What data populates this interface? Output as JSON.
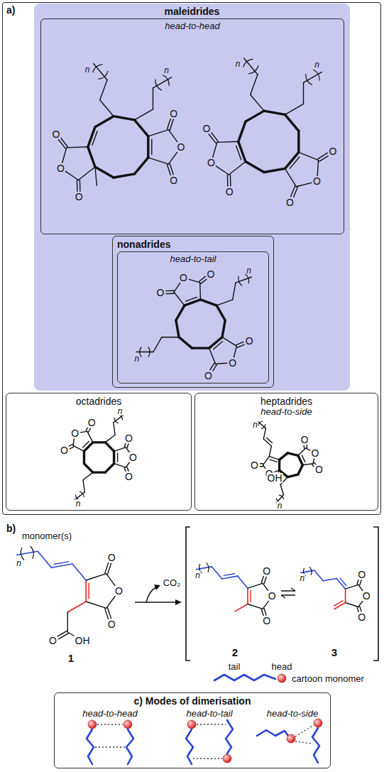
{
  "diagram": {
    "nodes": [
      {
        "text": [
          "a)"
        ]
      },
      {
        "text": [
          "maleidrides"
        ],
        "in": 0
      },
      {
        "text": [
          "head-to-head"
        ],
        "in": 1
      },
      {
        "text": [
          "nonadrides"
        ],
        "in": 1
      },
      {
        "text": [
          "head-to-tail"
        ],
        "in": 3
      },
      {
        "text": [
          "octadrides"
        ],
        "in": 0
      },
      {
        "text": [
          "heptadrides",
          "head-to-side"
        ],
        "in": 0
      },
      {
        "text": [
          "c) Modes of dimerisation"
        ]
      }
    ],
    "labels": [
      "O",
      "O",
      "O",
      "O",
      "O",
      "O",
      "n",
      "n",
      "O",
      "O",
      "O",
      "O",
      "O",
      "O",
      "n",
      "n",
      "O",
      "O",
      "O",
      "O",
      "O",
      "O",
      "n",
      "n",
      "O",
      "O",
      "O",
      "O",
      "O",
      "O",
      "n",
      "n",
      "O",
      "O",
      "O",
      "O",
      "O",
      "OH",
      "n",
      "n",
      "b)",
      "monomer(s)",
      "O",
      "O",
      "O",
      "n",
      "O",
      "OH",
      "1",
      "CO₂",
      "O",
      "O",
      "O",
      "n",
      "2",
      "O",
      "O",
      "O",
      "n",
      "3",
      "tail",
      "head",
      "cartoon monomer",
      "head-to-head",
      "head-to-tail",
      "head-to-side"
    ]
  }
}
